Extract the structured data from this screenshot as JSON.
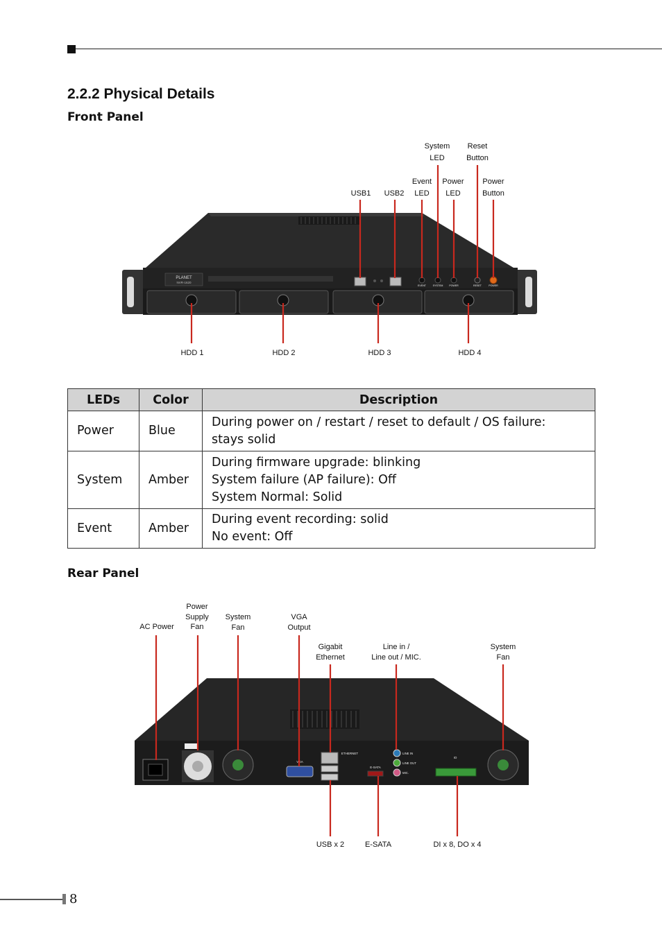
{
  "section": {
    "title": "2.2.2 Physical Details",
    "front_heading": "Front Panel",
    "rear_heading": "Rear Panel"
  },
  "front_callouts": {
    "usb1": "USB1",
    "usb2": "USB2",
    "event_led": "Event\nLED",
    "system_led": "System\nLED",
    "power_led": "Power\nLED",
    "reset_button": "Reset\nButton",
    "power_button": "Power\nButton",
    "hdd1": "HDD 1",
    "hdd2": "HDD 2",
    "hdd3": "HDD 3",
    "hdd4": "HDD 4"
  },
  "front_device": {
    "brand": "PLANET",
    "model": "NVR-1620",
    "labels": {
      "event": "EVENT",
      "system": "SYSTEM",
      "power": "POWER",
      "reset": "RESET",
      "power_btn": "POWER"
    }
  },
  "led_table": {
    "headers": [
      "LEDs",
      "Color",
      "Description"
    ],
    "rows": [
      {
        "led": "Power",
        "color": "Blue",
        "desc": [
          "During power on / restart / reset to default / OS failure:",
          "stays solid"
        ]
      },
      {
        "led": "System",
        "color": "Amber",
        "desc": [
          "During firmware upgrade: blinking",
          "System failure (AP failure): Off",
          "System Normal: Solid"
        ]
      },
      {
        "led": "Event",
        "color": "Amber",
        "desc": [
          "During event recording: solid",
          "No event: Off"
        ]
      }
    ]
  },
  "rear_callouts": {
    "ac_power": "AC Power",
    "psu_fan": "Power\nSupply\nFan",
    "system_fan_left": "System\nFan",
    "vga": "VGA\nOutput",
    "gigabit": "Gigabit\nEthernet",
    "audio": "Line in /\nLine out / MIC.",
    "system_fan_right": "System\nFan",
    "usb": "USB x 2",
    "esata": "E-SATA",
    "dio": "DI x 8, DO x 4"
  },
  "rear_device": {
    "labels": {
      "vga": "VGA",
      "ethernet": "ETHERNET",
      "esata": "E-SATA",
      "line_in": "LINE IN",
      "line_out": "LINE OUT",
      "mic": "MIC.",
      "io": "IO"
    }
  },
  "page_number": "8",
  "colors": {
    "callout_line": "#c8281e",
    "table_header": "#d3d3d3",
    "chassis": "#1c1c1c"
  }
}
